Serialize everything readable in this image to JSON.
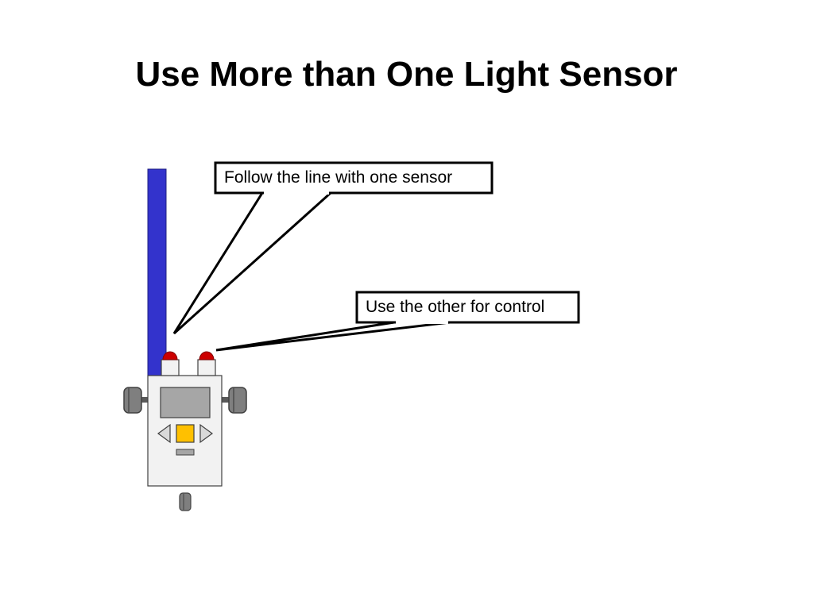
{
  "slide": {
    "title": "Use More than One Light Sensor"
  },
  "callouts": {
    "follow": "Follow the line with one sensor",
    "control": "Use the other for control"
  },
  "colors": {
    "line": "#3333cc",
    "sensor_led": "#cc0000",
    "robot_body": "#f2f2f2",
    "screen": "#a6a6a6",
    "center_button": "#ffc000",
    "wheel": "#7f7f7f"
  }
}
